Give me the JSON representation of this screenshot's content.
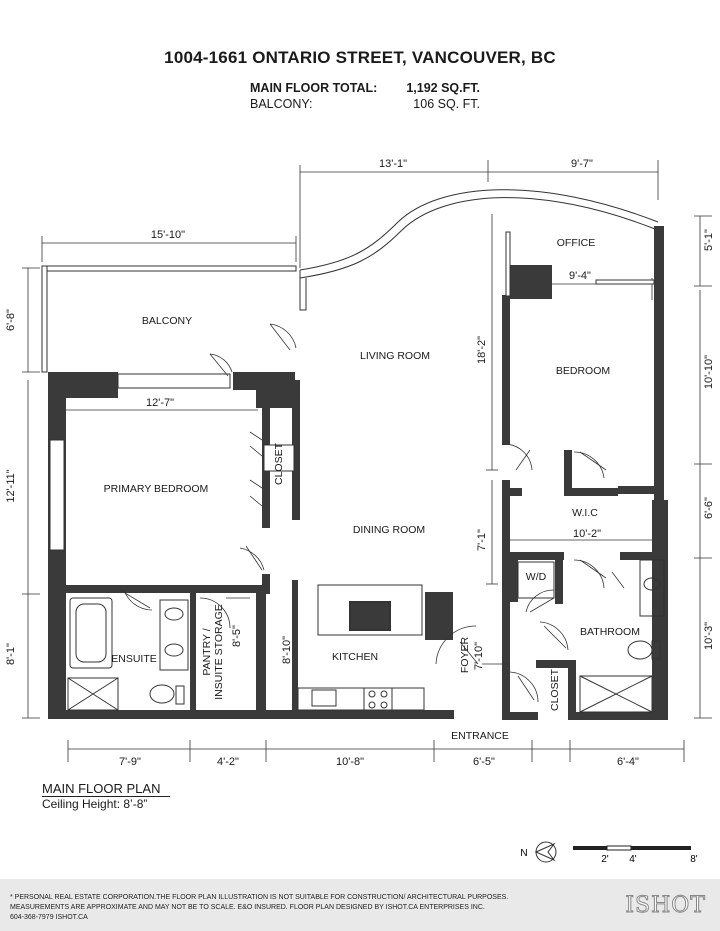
{
  "header": {
    "title": "1004-1661 ONTARIO STREET, VANCOUVER, BC",
    "main_floor_label": "MAIN FLOOR TOTAL:",
    "main_floor_value": "1,192 SQ.FT.",
    "balcony_label": "BALCONY:",
    "balcony_value": "106 SQ. FT."
  },
  "rooms": {
    "office": "OFFICE",
    "balcony": "BALCONY",
    "living_room": "LIVING ROOM",
    "bedroom": "BEDROOM",
    "primary_bedroom": "PRIMARY BEDROOM",
    "closet": "CLOSET",
    "dining_room": "DINING ROOM",
    "wic": "W.I.C",
    "wd": "W/D",
    "bathroom": "BATHROOM",
    "ensuite": "ENSUITE",
    "pantry_line1": "PANTRY /",
    "pantry_line2": "INSUITE STORAGE",
    "kitchen": "KITCHEN",
    "foyer": "FOYER",
    "closet2": "CLOSET",
    "entrance": "ENTRANCE"
  },
  "dimensions": {
    "top_13_1": "13'-1\"",
    "top_9_7": "9'-7\"",
    "balcony_15_10": "15'-10\"",
    "right_5_1": "5'-1\"",
    "balcony_6_8": "6'-8\"",
    "office_9_4": "9'-4\"",
    "living_18_2": "18'-2\"",
    "right_10_10": "10'-10\"",
    "primary_12_7": "12'-7\"",
    "left_12_11": "12'-11\"",
    "right_6_6": "6'-6\"",
    "wic_10_2": "10'-2\"",
    "mid_7_1": "7'-1\"",
    "left_8_1": "8'-1\"",
    "pantry_8_5": "8'-5\"",
    "kitchen_8_10": "8'-10\"",
    "foyer_7_10": "7'-10\"",
    "right_10_3": "10'-3\"",
    "bottom_7_9": "7'-9\"",
    "bottom_4_2": "4'-2\"",
    "bottom_10_8": "10'-8\"",
    "bottom_6_5": "6'-5\"",
    "bottom_6_4": "6'-4\""
  },
  "plan_label": {
    "title": "MAIN FLOOR PLAN",
    "ceiling": "Ceiling Height: 8’-8”"
  },
  "legend": {
    "north": "N",
    "scale_2": "2'",
    "scale_4": "4'",
    "scale_8": "8'"
  },
  "footer": {
    "line1": "* PERSONAL REAL ESTATE CORPORATION.THE FLOOR PLAN ILLUSTRATION IS NOT SUITABLE FOR CONSTRUCTION/ ARCHITECTURAL PURPOSES.",
    "line2": "MEASUREMENTS ARE APPROXIMATE AND MAY NOT BE TO SCALE. E&O INSURED. FLOOR PLAN DESIGNED BY ISHOT.CA ENTERPRISES INC.",
    "line3": "604-368-7979  ISHOT.CA",
    "logo": "ISHOT"
  }
}
